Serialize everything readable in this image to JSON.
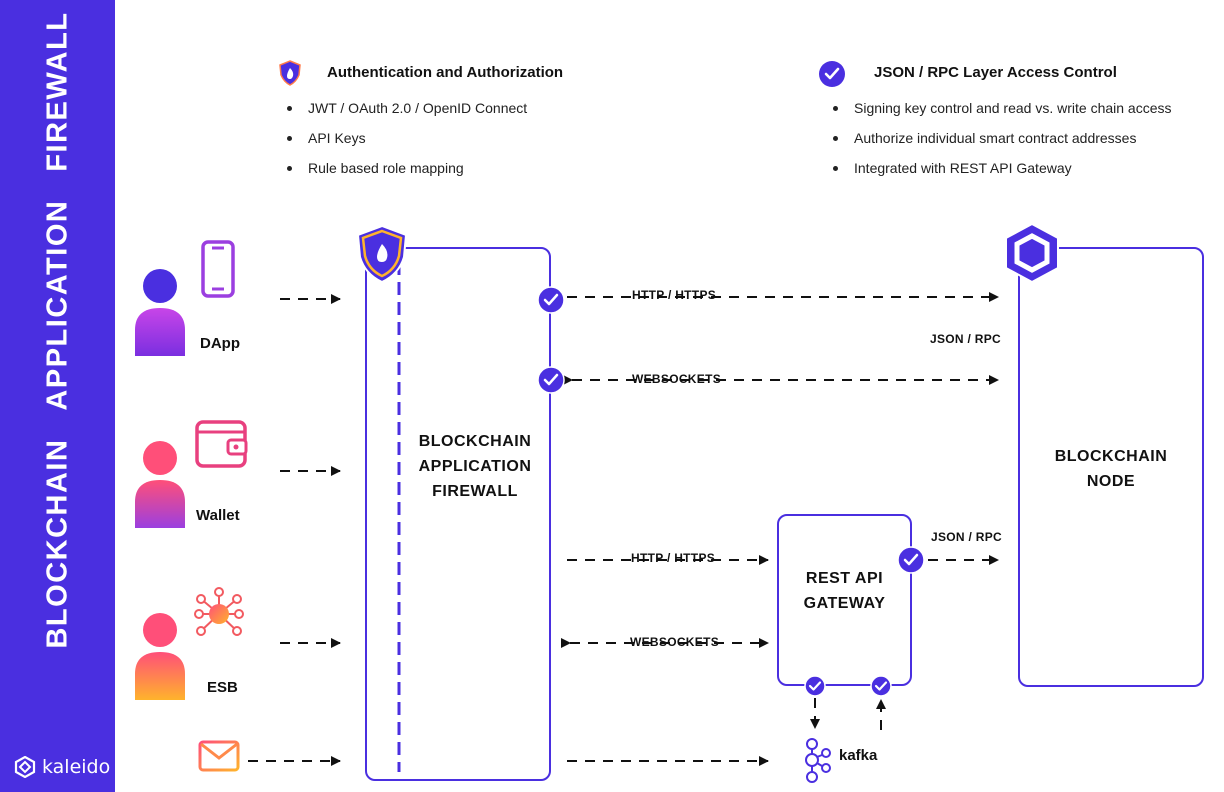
{
  "sidebar": {
    "title_words": [
      "BLOCKCHAIN",
      "APPLICATION",
      "FIREWALL"
    ],
    "brand": "kaleido"
  },
  "auth_section": {
    "title": "Authentication and Authorization",
    "items": [
      "JWT / OAuth 2.0 / OpenID Connect",
      "API Keys",
      "Rule based role mapping"
    ]
  },
  "rpc_section": {
    "title": "JSON / RPC Layer Access Control",
    "items": [
      "Signing key control and read vs. write chain access",
      "Authorize individual smart contract addresses",
      "Integrated with REST API Gateway"
    ]
  },
  "actors": [
    {
      "label": "DApp"
    },
    {
      "label": "Wallet"
    },
    {
      "label": "ESB"
    }
  ],
  "firewall": {
    "label_lines": [
      "BLOCKCHAIN",
      "APPLICATION",
      "FIREWALL"
    ]
  },
  "node": {
    "label_lines": [
      "BLOCKCHAIN",
      "NODE"
    ]
  },
  "gateway": {
    "label_lines": [
      "REST API",
      "GATEWAY"
    ]
  },
  "connections": {
    "http_top": "HTTP / HTTPS",
    "ws_top": "WEBSOCKETS",
    "jsonrpc_top": "JSON / RPC",
    "http_mid": "HTTP / HTTPS",
    "ws_mid": "WEBSOCKETS",
    "jsonrpc_gateway": "JSON / RPC"
  },
  "kafka": {
    "label": "kafka"
  },
  "colors": {
    "brand_purple": "#4a2fe0",
    "grad_pink": "#ff4f79",
    "grad_orange": "#ffb32c",
    "grad_violet": "#9b3fe0"
  }
}
